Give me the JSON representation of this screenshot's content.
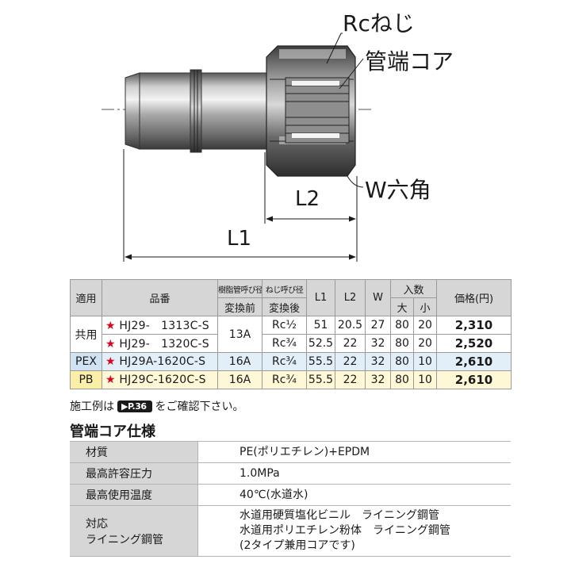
{
  "callouts": {
    "rc_thread": "Rcねじ",
    "pipe_core": "管端コア",
    "w_hex": "W六角"
  },
  "dims": {
    "l1": "L1",
    "l2": "L2"
  },
  "table": {
    "headers": {
      "use": "適用",
      "part_no": "品番",
      "resin_pipe_top": "樹脂管呼び径",
      "resin_pipe_sub": "変換前",
      "thread_top": "ねじ呼び径",
      "thread_sub": "変換後",
      "l1": "L1",
      "l2": "L2",
      "w": "W",
      "qty": "入数",
      "qty_large": "大",
      "qty_small": "小",
      "price": "価格(円)"
    },
    "star": "★",
    "rows": [
      {
        "use": "共用",
        "part_no": "HJ29-　1313C-S",
        "resin": "13A",
        "thread": "Rc½",
        "l1": "51",
        "l2": "20.5",
        "w": "27",
        "qty_large": "80",
        "qty_small": "20",
        "price": "2,310"
      },
      {
        "use": "",
        "part_no": "HJ29-　1320C-S",
        "resin": "",
        "thread": "Rc¾",
        "l1": "52.5",
        "l2": "22",
        "w": "32",
        "qty_large": "80",
        "qty_small": "20",
        "price": "2,520"
      },
      {
        "use": "PEX",
        "part_no": "HJ29A-1620C-S",
        "resin": "16A",
        "thread": "Rc¾",
        "l1": "55.5",
        "l2": "22",
        "w": "32",
        "qty_large": "80",
        "qty_small": "10",
        "price": "2,610"
      },
      {
        "use": "PB",
        "part_no": "HJ29C-1620C-S",
        "resin": "16A",
        "thread": "Rc¾",
        "l1": "55.5",
        "l2": "22",
        "w": "32",
        "qty_large": "80",
        "qty_small": "10",
        "price": "2,610"
      }
    ]
  },
  "note": {
    "before": "施工例は",
    "page": "P.36",
    "after": "をご確認下さい。"
  },
  "core_spec": {
    "title": "管端コア仕様",
    "rows": [
      {
        "key": "材質",
        "value": [
          "PE(ポリエチレン)+EPDM"
        ]
      },
      {
        "key": "最高許容圧力",
        "value": [
          "1.0MPa"
        ]
      },
      {
        "key": "最高使用温度",
        "value": [
          "40℃(水道水)"
        ]
      },
      {
        "key": [
          "対応",
          "ライニング鋼管"
        ],
        "value": [
          "水道用硬質塩化ビニル　ライニング鋼管",
          "水道用ポリエチレン粉体　ライニング鋼管",
          "(2タイプ兼用コアです)"
        ]
      }
    ]
  }
}
